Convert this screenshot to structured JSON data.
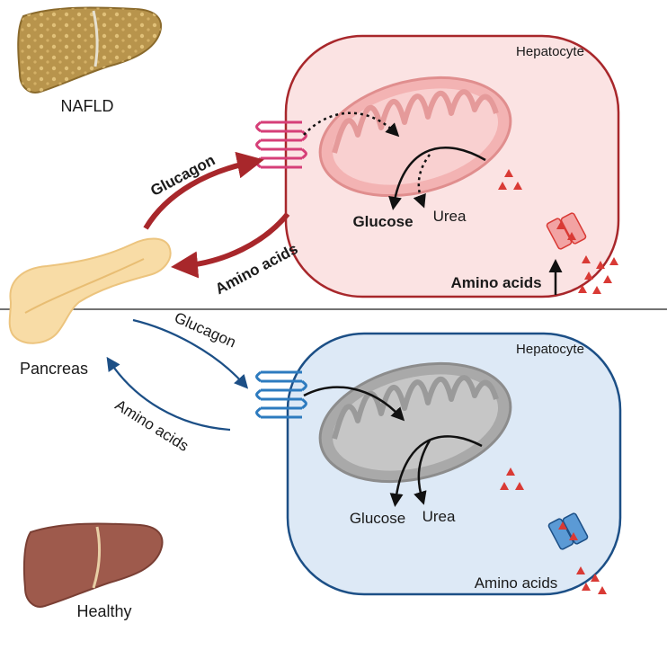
{
  "colors": {
    "nafld_arrow": "#a8272b",
    "healthy_arrow": "#1c4f86",
    "nafld_cell_fill": "#fbe3e3",
    "nafld_cell_stroke": "#a8272b",
    "healthy_cell_fill": "#dde9f6",
    "healthy_cell_stroke": "#1c4f86",
    "amino_triangle": "#d93a35",
    "nafld_receptor": "#d63f78",
    "healthy_receptor": "#2d7bbf"
  },
  "top": {
    "liver_label": "NAFLD",
    "cell_label": "Hepatocyte",
    "glucagon_label": "Glucagon",
    "amino_acids_label": "Amino acids",
    "glucose_label": "Glucose",
    "urea_label": "Urea",
    "amino_in_label": "Amino acids"
  },
  "pancreas_label": "Pancreas",
  "bottom": {
    "liver_label": "Healthy",
    "cell_label": "Hepatocyte",
    "glucagon_label": "Glucagon",
    "amino_acids_label": "Amino acids",
    "glucose_label": "Glucose",
    "urea_label": "Urea",
    "amino_in_label": "Amino acids"
  }
}
